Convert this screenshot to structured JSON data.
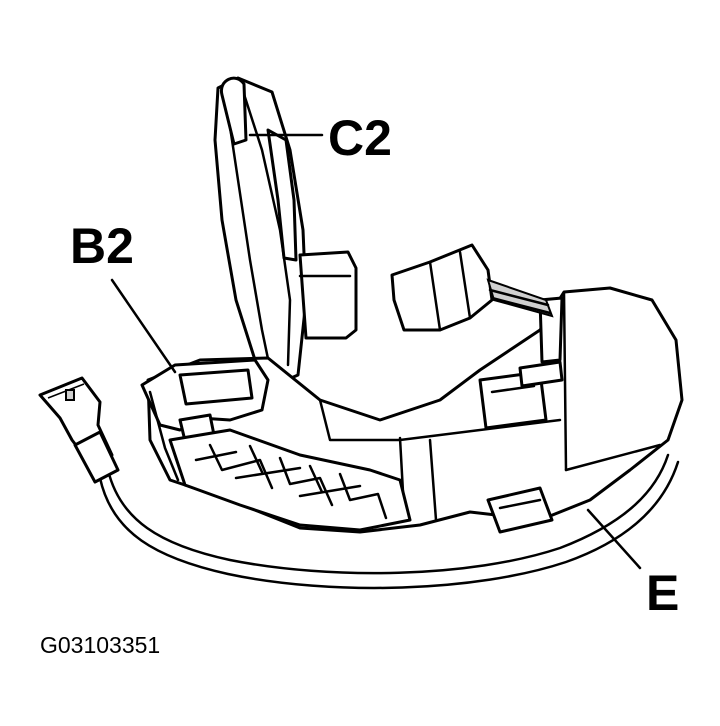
{
  "labels": {
    "c2": "C2",
    "b2": "B2",
    "e": "E"
  },
  "figure_code": "G03103351",
  "colors": {
    "ink": "#000000",
    "background": "#ffffff"
  }
}
